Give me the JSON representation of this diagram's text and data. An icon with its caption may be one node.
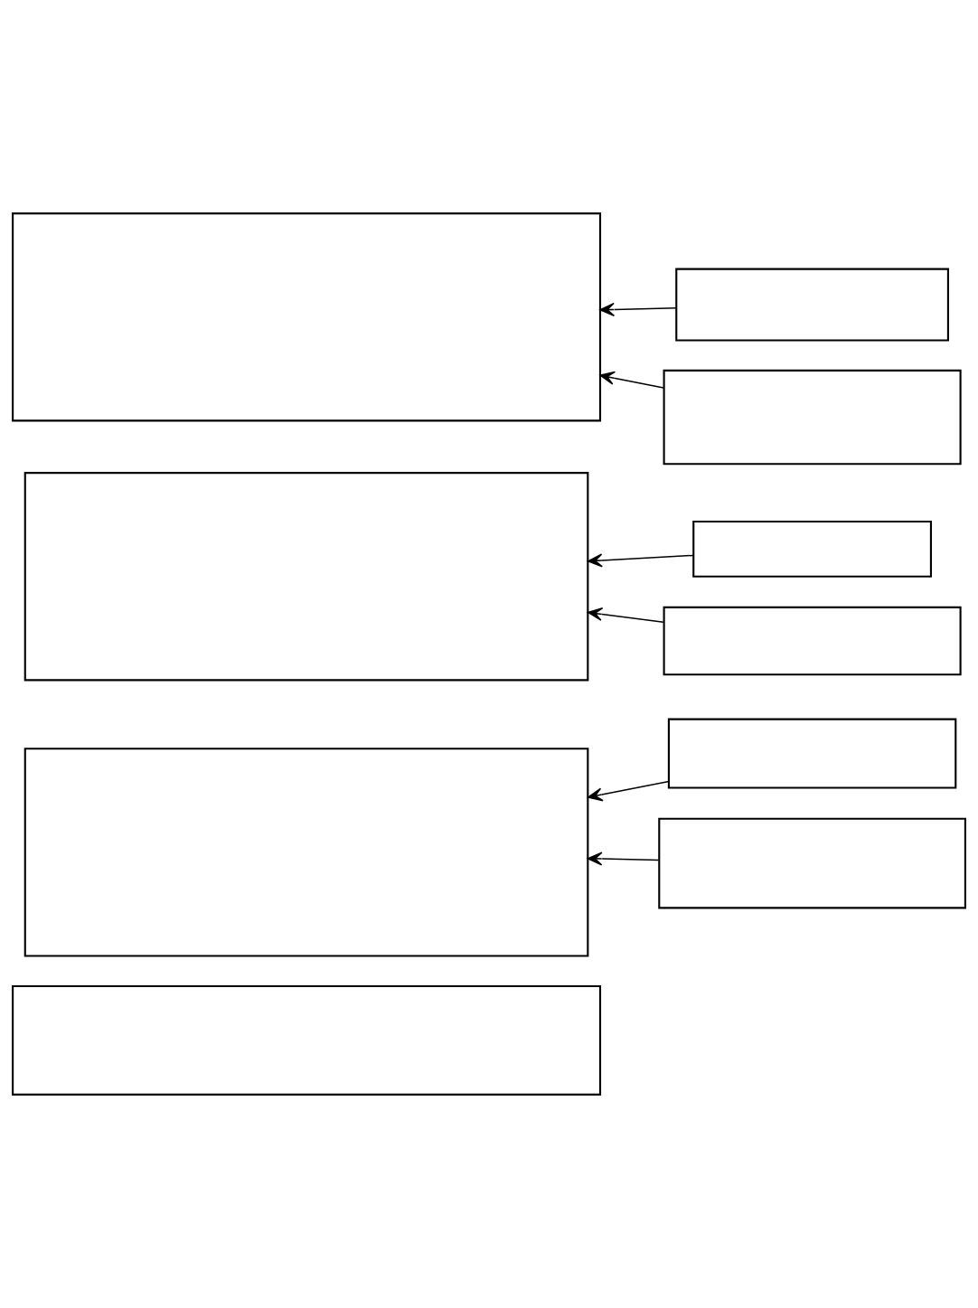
{
  "diagram": {
    "nodes": [
      {
        "text": [],
        "shape": "box"
      },
      {
        "text": [],
        "shape": "box"
      },
      {
        "text": [],
        "shape": "box"
      },
      {
        "text": [],
        "shape": "box"
      },
      {
        "text": [],
        "shape": "box"
      },
      {
        "text": [],
        "shape": "box"
      },
      {
        "text": [],
        "shape": "box"
      },
      {
        "text": [],
        "shape": "box"
      },
      {
        "text": [],
        "shape": "box"
      },
      {
        "text": [],
        "shape": "box"
      }
    ],
    "edges": [
      {
        "from": 1,
        "to": 0,
        "arrow": "to"
      },
      {
        "from": 2,
        "to": 0,
        "arrow": "to"
      },
      {
        "from": 4,
        "to": 3,
        "arrow": "to"
      },
      {
        "from": 5,
        "to": 3,
        "arrow": "to"
      },
      {
        "from": 7,
        "to": 6,
        "arrow": "to"
      },
      {
        "from": 8,
        "to": 6,
        "arrow": "to"
      }
    ]
  }
}
